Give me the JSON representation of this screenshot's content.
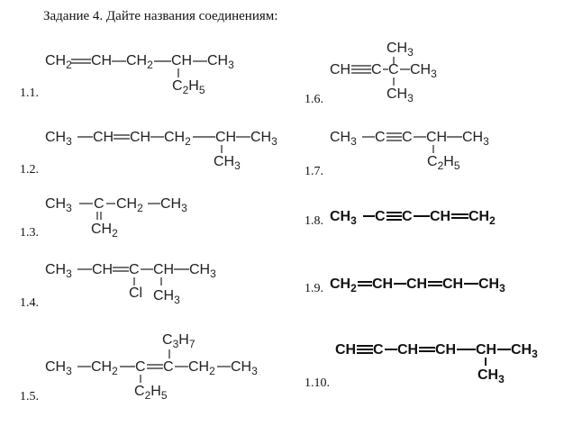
{
  "title": "Задание 4. Дайте названия соединениям:",
  "numbers": [
    "1.1.",
    "1.2.",
    "1.3.",
    "1.4.",
    "1.5.",
    "1.6.",
    "1.7.",
    "1.8.",
    "1.9.",
    "1.10."
  ],
  "atoms": {
    "ch": "CH",
    "c": "C",
    "cl": "Cl",
    "sub2": "2",
    "sub3": "3",
    "sub5": "5",
    "sub7": "7"
  }
}
